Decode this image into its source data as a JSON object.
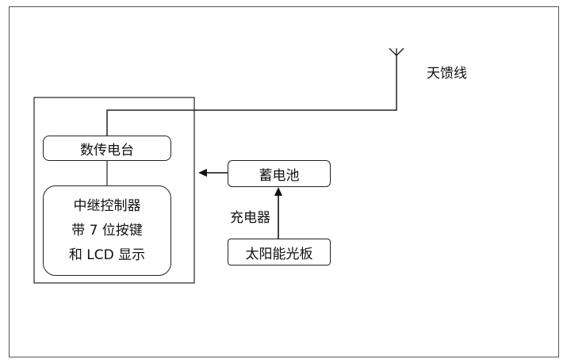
{
  "antenna_label": "天馈线",
  "radio_label": "数传电台",
  "relay": {
    "line1": "中继控制器",
    "line2": "带 7 位按键",
    "line3": "和 LCD 显示"
  },
  "battery_label": "蓄电池",
  "charger_label": "充电器",
  "solar_label": "太阳能光板"
}
